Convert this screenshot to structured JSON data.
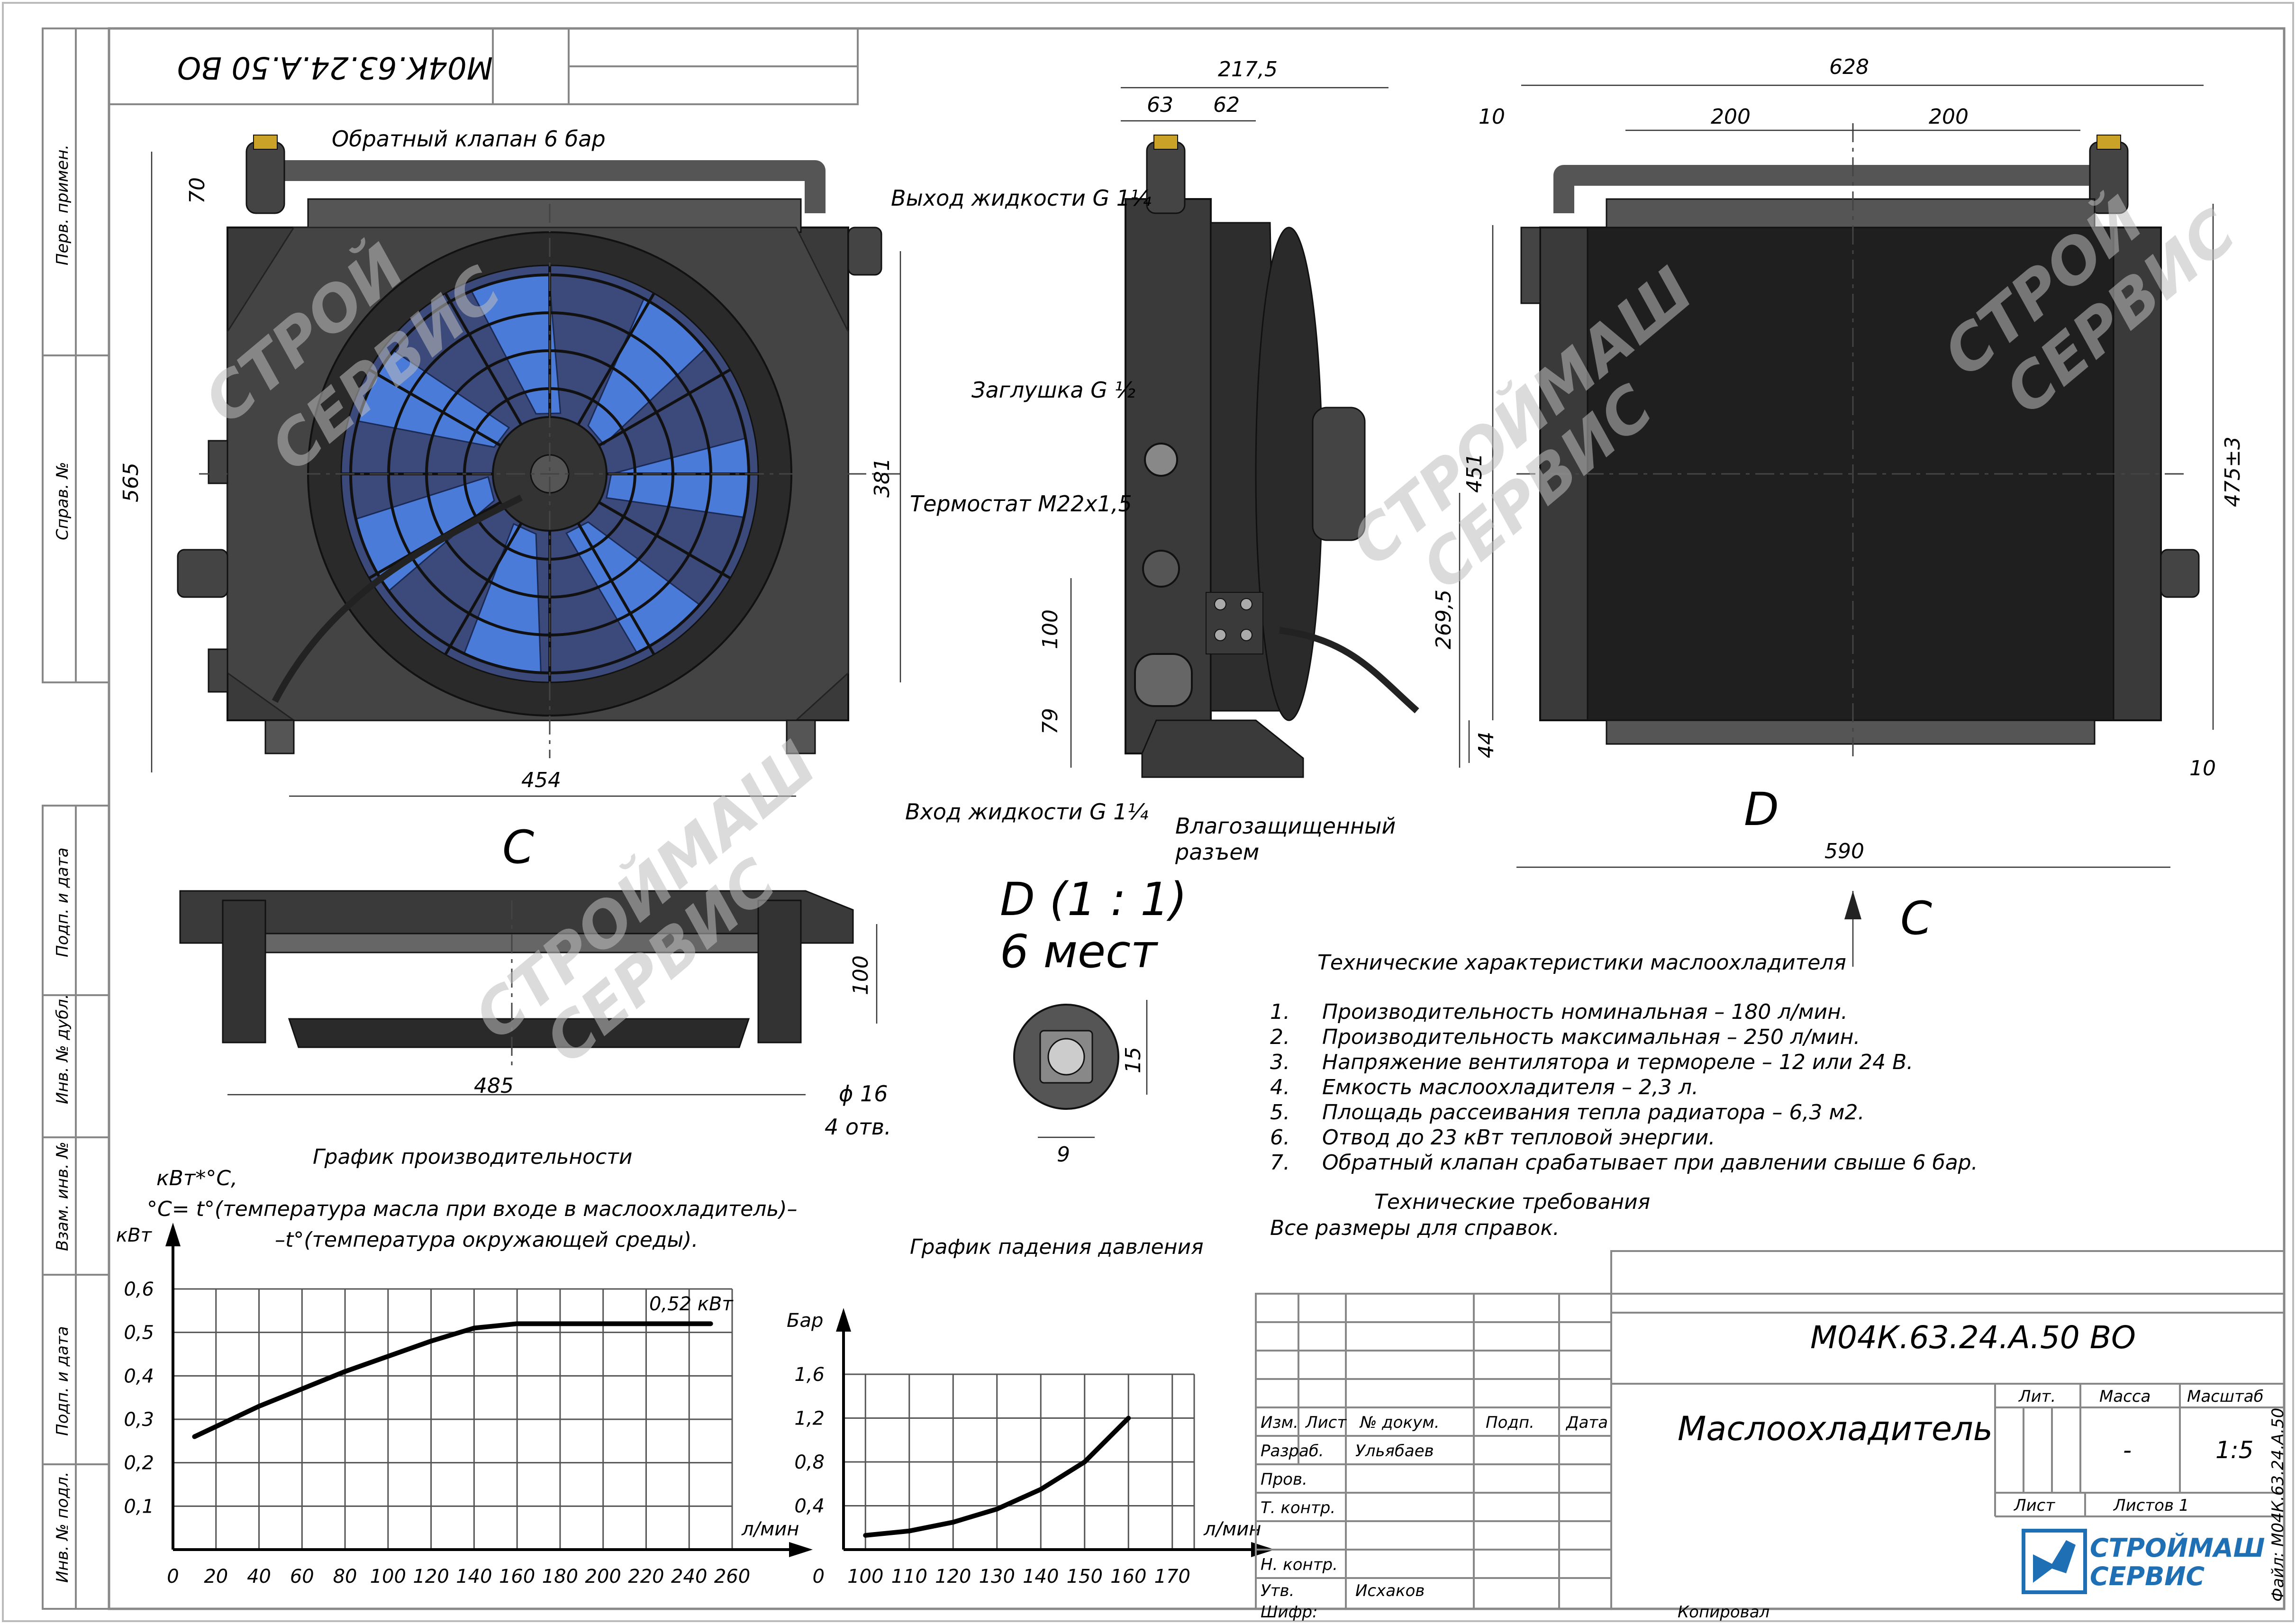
{
  "title_block": {
    "designation": "М04К.63.24.А.50 ВО",
    "designation_mirrored": "М04К.63.24.А.50 ВО",
    "name": "Маслоохладитель",
    "lit_header": "Лит.",
    "mass_header": "Масса",
    "scale_header": "Масштаб",
    "mass_value": "-",
    "scale_value": "1:5",
    "sheet_label": "Лист",
    "sheets_label": "Листов 1",
    "col_izm": "Изм.",
    "col_list": "Лист",
    "col_doc": "№ докум.",
    "col_sign": "Подп.",
    "col_date": "Дата",
    "row_razrab": "Разраб.",
    "row_razrab_name": "Ульябаев",
    "row_prov": "Пров.",
    "row_tkontr": "Т. контр.",
    "row_nkontr": "Н. контр.",
    "row_utv": "Утв.",
    "row_utv_name": "Исхаков",
    "shifr": "Шифр:",
    "kopiroval": "Копировал",
    "file": "Файл: М04К.63.24.А.50",
    "logo_line1": "СТРОЙМАШ",
    "logo_line2": "СЕРВИС",
    "watermark1": "СТРОЙ",
    "watermark2": "СЕРВИС",
    "watermark3": "СТРОЙМАШ",
    "watermark4": "СЕРВИС"
  },
  "margin_labels": {
    "perv": "Перв. примен.",
    "sprav": "Справ. №",
    "podp_data1": "Подп. и дата",
    "inv_dubl": "Инв. № дубл.",
    "vzam": "Взам. инв. №",
    "podp_data2": "Подп. и дата",
    "inv_podl": "Инв. № подл."
  },
  "callouts": {
    "check_valve": "Обратный клапан 6 бар",
    "outlet": "Выход жидкости G 1¼",
    "plug": "Заглушка G ½",
    "thermostat": "Термостат М22х1,5",
    "inlet": "Вход жидкости G 1¼",
    "connector_line1": "Влагозащищенный",
    "connector_line2": "разъем",
    "hole_dia": "ϕ 16",
    "hole_count": "4 отв.",
    "view_c": "C",
    "view_c2": "C",
    "view_d": "D",
    "detail_title_1": "D (1 : 1)",
    "detail_title_2": "6 мест"
  },
  "dimensions": {
    "d_2175": "217,5",
    "d_63": "63",
    "d_62": "62",
    "d_628": "628",
    "d_10a": "10",
    "d_200a": "200",
    "d_200b": "200",
    "d_70": "70",
    "d_565": "565",
    "d_381": "381",
    "d_454": "454",
    "d_100": "100",
    "d_79": "79",
    "d_2695": "269,5",
    "d_451": "451",
    "d_475": "475±3",
    "d_44": "44",
    "d_10b": "10",
    "d_590": "590",
    "d_100b": "100",
    "d_485": "485",
    "d_15": "15",
    "d_9": "9"
  },
  "specs": {
    "title": "Технические характеристики маслоохладителя",
    "items": [
      {
        "n": "1.",
        "text": "Производительность номинальная – 180 л/мин."
      },
      {
        "n": "2.",
        "text": "Производительность максимальная – 250 л/мин."
      },
      {
        "n": "3.",
        "text": "Напряжение вентилятора и термореле – 12 или 24 В."
      },
      {
        "n": "4.",
        "text": "Емкость маслоохладителя – 2,3 л."
      },
      {
        "n": "5.",
        "text": "Площадь рассеивания тепла радиатора – 6,3 м2."
      },
      {
        "n": "6.",
        "text": "Отвод до 23 кВт тепловой энергии."
      },
      {
        "n": "7.",
        "text": "Обратный клапан срабатывает при давлении свыше 6 бар."
      }
    ],
    "req_title": "Технические требования",
    "req_text": "Все размеры для справок."
  },
  "performance_notes": {
    "title": "График производительности",
    "unit_line": "кВт*°С,",
    "note1": "°С= t°(температура масла при входе в маслоохладитель)–",
    "note2": "–t°(температура окружающей среды)."
  },
  "chart_data": [
    {
      "type": "line",
      "title": "График производительности",
      "ylabel": "кВт",
      "xlabel": "л/мин",
      "annotation": "0,52 кВт",
      "x_ticks": [
        "0",
        "20",
        "40",
        "60",
        "80",
        "100",
        "120",
        "140",
        "160",
        "180",
        "200",
        "220",
        "240",
        "260"
      ],
      "y_ticks": [
        "0,1",
        "0,2",
        "0,3",
        "0,4",
        "0,5",
        "0,6"
      ],
      "xlim": [
        0,
        260
      ],
      "ylim": [
        0,
        0.6
      ],
      "grid": true,
      "series": [
        {
          "x": [
            10,
            40,
            80,
            120,
            140,
            160,
            200,
            250
          ],
          "y": [
            0.26,
            0.33,
            0.41,
            0.48,
            0.51,
            0.52,
            0.52,
            0.52
          ]
        }
      ]
    },
    {
      "type": "line",
      "title": "График падения давления",
      "ylabel": "Бар",
      "xlabel": "л/мин",
      "origin_label": "0",
      "x_ticks": [
        "100",
        "110",
        "120",
        "130",
        "140",
        "150",
        "160",
        "170"
      ],
      "y_ticks": [
        "0,4",
        "0,8",
        "1,2",
        "1,6"
      ],
      "xlim": [
        95,
        175
      ],
      "ylim": [
        0,
        1.6
      ],
      "grid": true,
      "series": [
        {
          "x": [
            100,
            110,
            120,
            130,
            140,
            150,
            160
          ],
          "y": [
            0.13,
            0.17,
            0.25,
            0.37,
            0.55,
            0.8,
            1.2
          ]
        }
      ]
    }
  ]
}
